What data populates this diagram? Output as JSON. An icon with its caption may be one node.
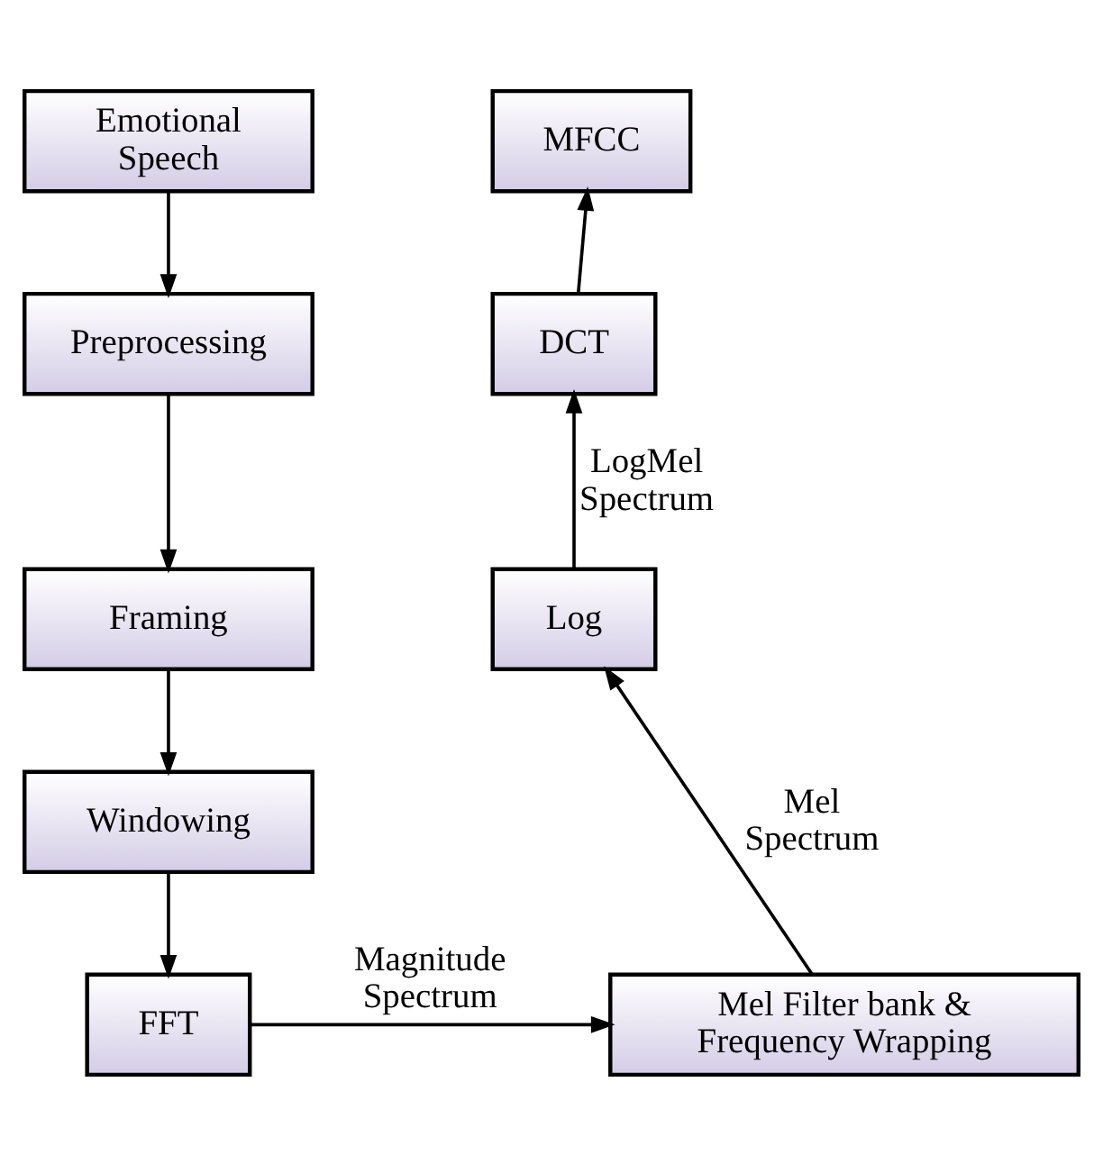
{
  "diagram": {
    "nodes": [
      {
        "text": [
          "Emotional Speech"
        ]
      },
      {
        "text": [
          "Preprocessing"
        ]
      },
      {
        "text": [
          "Framing"
        ]
      },
      {
        "text": [
          "Windowing"
        ]
      },
      {
        "text": [
          "FFT"
        ]
      },
      {
        "text": [
          "Mel Filter bank & Frequency Wrapping"
        ]
      },
      {
        "text": [
          "Log"
        ]
      },
      {
        "text": [
          "DCT"
        ]
      },
      {
        "text": [
          "MFCC"
        ]
      }
    ],
    "edges": [
      {
        "from": 0,
        "to": 1,
        "arrow": "to"
      },
      {
        "from": 1,
        "to": 2,
        "arrow": "to"
      },
      {
        "from": 2,
        "to": 3,
        "arrow": "to"
      },
      {
        "from": 3,
        "to": 4,
        "arrow": "to"
      },
      {
        "from": 4,
        "to": 5,
        "arrow": "to",
        "label": "Magnitude Spectrum"
      },
      {
        "from": 5,
        "to": 6,
        "arrow": "to",
        "label": "Mel Spectrum"
      },
      {
        "from": 6,
        "to": 7,
        "arrow": "to",
        "label": "LogMel Spectrum"
      },
      {
        "from": 7,
        "to": 8,
        "arrow": "to"
      }
    ]
  }
}
